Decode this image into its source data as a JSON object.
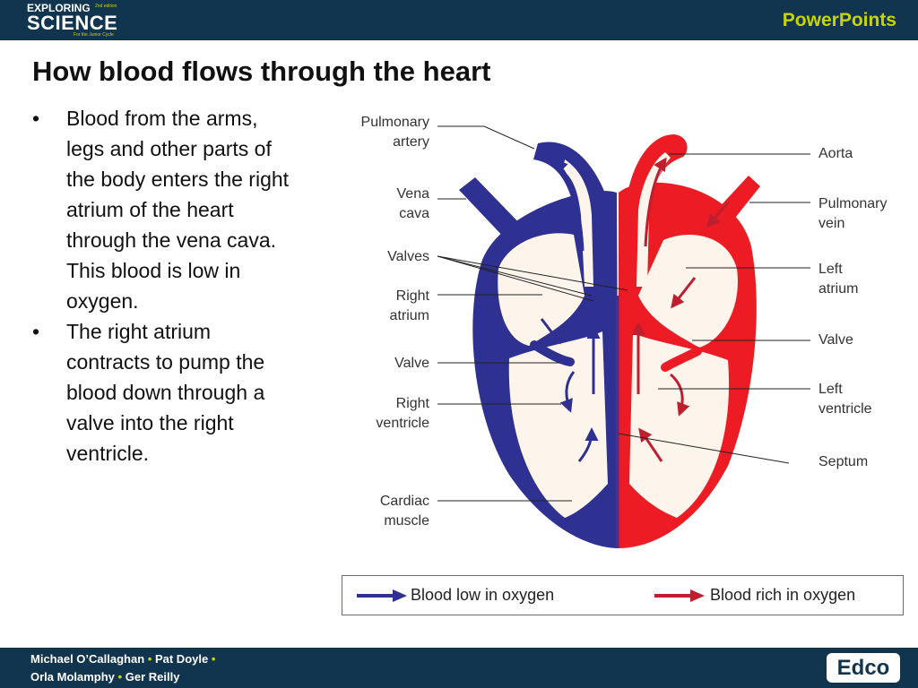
{
  "header": {
    "logo_top": "EXPLORING",
    "logo_main": "SCIENCE",
    "logo_edition": "2nd edition",
    "logo_tagline": "For the Junior Cycle",
    "product": "PowerPoints"
  },
  "slide": {
    "title": "How blood flows through the heart",
    "bullets": [
      {
        "lines": [
          "Blood from the arms,",
          "legs and other parts of",
          "the body enters the right",
          "atrium of the heart",
          "through the vena cava.",
          "This blood is low in",
          "oxygen."
        ]
      },
      {
        "lines": [
          "The right atrium",
          "contracts to pump the",
          "blood down through a",
          "valve into the right",
          "ventricle."
        ]
      }
    ]
  },
  "diagram": {
    "labels_left": {
      "pulmonary_artery": [
        "Pulmonary",
        "artery"
      ],
      "vena_cava": [
        "Vena",
        "cava"
      ],
      "valves": "Valves",
      "right_atrium": [
        "Right",
        "atrium"
      ],
      "valve": "Valve",
      "right_ventricle": [
        "Right",
        "ventricle"
      ],
      "cardiac_muscle": [
        "Cardiac",
        "muscle"
      ]
    },
    "labels_right": {
      "aorta": "Aorta",
      "pulmonary_vein": [
        "Pulmonary",
        "vein"
      ],
      "left_atrium": [
        "Left",
        "atrium"
      ],
      "valve": "Valve",
      "left_ventricle": [
        "Left",
        "ventricle"
      ],
      "septum": "Septum"
    },
    "colors": {
      "deoxygenated": "#2e3192",
      "oxygenated": "#ed1c24",
      "chamber": "#fdf4ec",
      "arrow_low": "#2e3192",
      "arrow_rich": "#be1e2d"
    }
  },
  "legend": {
    "low": "Blood low in oxygen",
    "rich": "Blood rich in oxygen"
  },
  "footer": {
    "authors_line1": [
      "Michael O’Callaghan",
      "Pat Doyle"
    ],
    "authors_line2": [
      "Orla Molamphy",
      "Ger Reilly"
    ],
    "separator": "•",
    "publisher": "Edco"
  }
}
